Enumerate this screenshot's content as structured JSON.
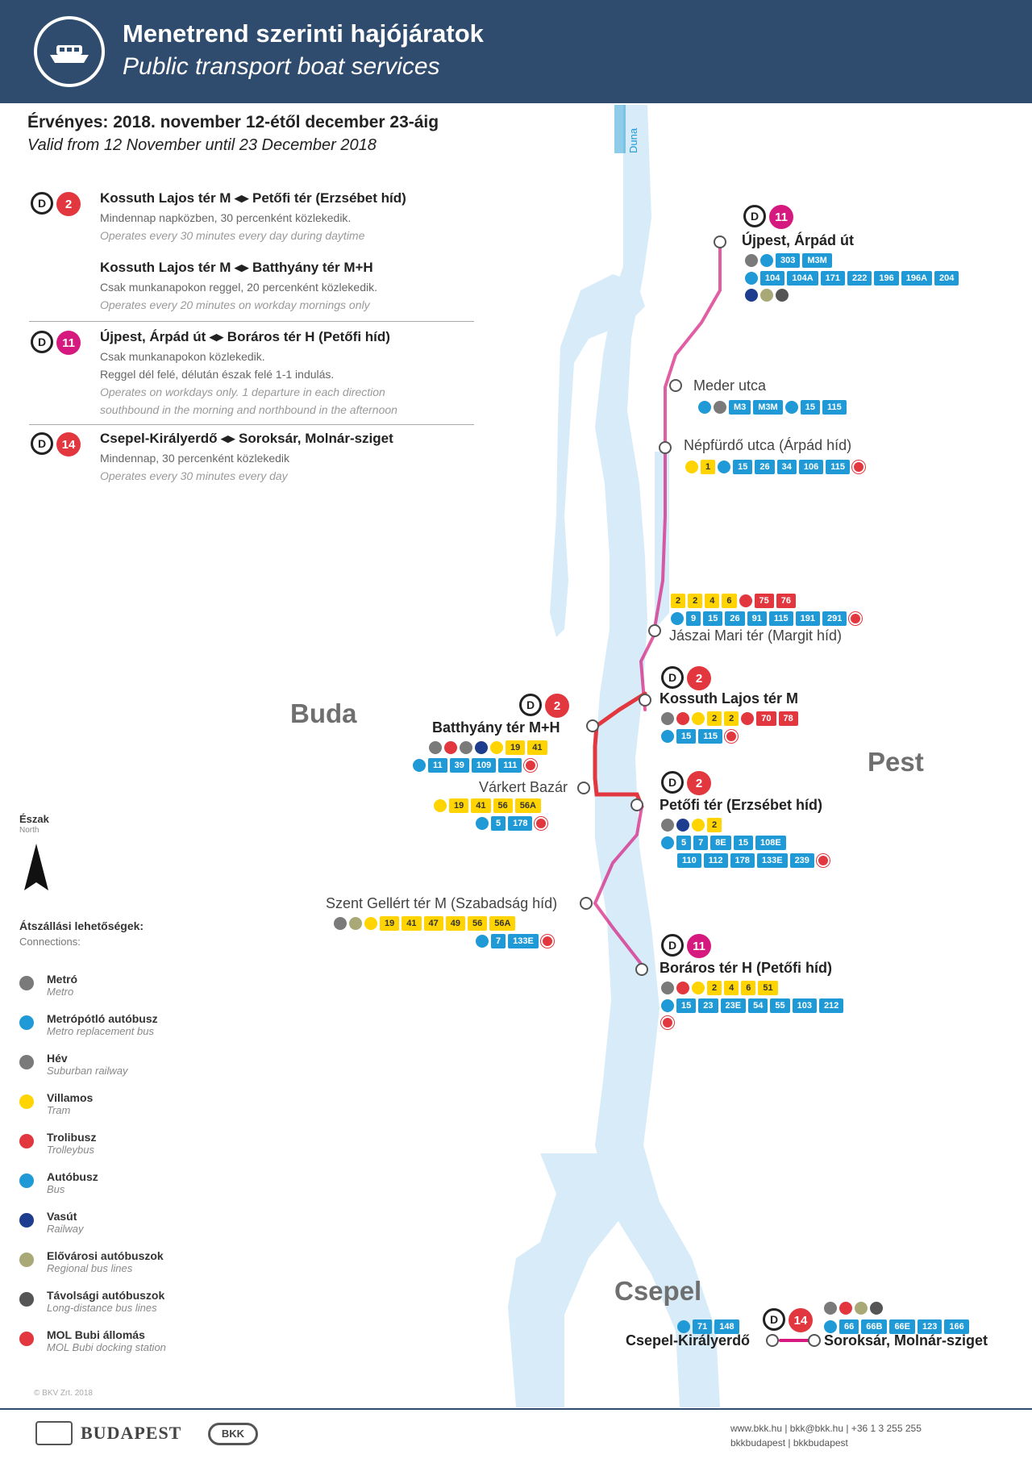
{
  "header": {
    "title_hu": "Menetrend szerinti hajójáratok",
    "title_en": "Public transport boat services"
  },
  "validity": {
    "hu": "Érvényes: 2018. november 12-étől december 23-áig",
    "en": "Valid from 12 November until 23 December 2018"
  },
  "routes": [
    {
      "d": "D",
      "line": "2",
      "color": "#e2373f",
      "title": "Kossuth Lajos tér M ◂▸ Petőfi tér (Erzsébet híd)",
      "sub_hu": "Mindennap napközben, 30 percenként közlekedik.",
      "sub_en": "Operates every 30 minutes every day during daytime"
    },
    {
      "title": "Kossuth Lajos tér M ◂▸ Batthyány tér M+H",
      "sub_hu": "Csak munkanapokon reggel, 20 percenként közlekedik.",
      "sub_en": "Operates every 20 minutes on workday mornings only"
    },
    {
      "d": "D",
      "line": "11",
      "color": "#d6197e",
      "title": "Újpest, Árpád út ◂▸ Boráros tér H (Petőfi híd)",
      "sub_hu": "Csak munkanapokon közlekedik.",
      "sub_hu2": "Reggel dél felé, délután észak felé 1-1 indulás.",
      "sub_en": "Operates on workdays only. 1 departure in each direction",
      "sub_en2": "southbound in the morning and northbound in the afternoon"
    },
    {
      "d": "D",
      "line": "14",
      "color": "#e2373f",
      "title": "Csepel-Királyerdő ◂▸ Soroksár, Molnár-sziget",
      "sub_hu": "Mindennap, 30 percenként közlekedik",
      "sub_en": "Operates every 30 minutes every day"
    }
  ],
  "districts": {
    "buda": "Buda",
    "pest": "Pest",
    "csepel": "Csepel",
    "river": "Duna"
  },
  "stops": {
    "ujpest": {
      "name": "Újpest, Árpád út",
      "bus1": [
        "303",
        "M3M"
      ],
      "bus2": [
        "104",
        "104A",
        "171",
        "222",
        "196",
        "196A",
        "204"
      ]
    },
    "meder": {
      "name": "Meder utca",
      "bus1": [
        "M3",
        "M3M"
      ],
      "bus2": [
        "15",
        "115"
      ]
    },
    "nepfurdo": {
      "name": "Népfürdő utca (Árpád híd)",
      "tram": [
        "1"
      ],
      "bus": [
        "15",
        "26",
        "34",
        "106",
        "115"
      ]
    },
    "jaszai": {
      "name": "Jászai Mari tér (Margit híd)",
      "tram": [
        "2",
        "2",
        "4",
        "6"
      ],
      "trolley": [
        "75",
        "76"
      ],
      "bus": [
        "9",
        "15",
        "26",
        "91",
        "115",
        "191",
        "291"
      ]
    },
    "kossuth": {
      "name": "Kossuth Lajos tér M",
      "tram": [
        "2",
        "2"
      ],
      "trolley": [
        "70",
        "78"
      ],
      "bus": [
        "15",
        "115"
      ]
    },
    "batthyany": {
      "name": "Batthyány tér M+H",
      "tram": [
        "19",
        "41"
      ],
      "bus": [
        "11",
        "39",
        "109",
        "111"
      ]
    },
    "varkert": {
      "name": "Várkert Bazár",
      "tram": [
        "19",
        "41",
        "56",
        "56A"
      ],
      "bus": [
        "5",
        "178"
      ]
    },
    "petofi": {
      "name": "Petőfi tér (Erzsébet híd)",
      "tram": [
        "2"
      ],
      "bus1": [
        "5",
        "7",
        "8E",
        "15",
        "108E"
      ],
      "bus2": [
        "110",
        "112",
        "178",
        "133E",
        "239"
      ]
    },
    "gellert": {
      "name": "Szent Gellért tér M (Szabadság híd)",
      "tram": [
        "19",
        "41",
        "47",
        "49",
        "56",
        "56A"
      ],
      "bus": [
        "7",
        "133E"
      ]
    },
    "boraros": {
      "name": "Boráros tér H (Petőfi híd)",
      "tram": [
        "2",
        "4",
        "6",
        "51"
      ],
      "bus": [
        "15",
        "23",
        "23E",
        "54",
        "55",
        "103",
        "212"
      ]
    },
    "csepel": {
      "name": "Csepel-Királyerdő",
      "bus": [
        "71",
        "148"
      ]
    },
    "soroksar": {
      "name": "Soroksár, Molnár-sziget",
      "bus": [
        "66",
        "66B",
        "66E",
        "123",
        "166"
      ]
    }
  },
  "route_badges": {
    "ujpest": {
      "d": "D",
      "line": "11"
    },
    "kossuth": {
      "d": "D",
      "line": "2"
    },
    "batthyany": {
      "d": "D",
      "line": "2"
    },
    "petofi": {
      "d": "D",
      "line": "2"
    },
    "boraros": {
      "d": "D",
      "line": "11"
    },
    "csepel": {
      "d": "D",
      "line": "14"
    }
  },
  "north": {
    "hu": "Észak",
    "en": "North"
  },
  "legend": {
    "title_hu": "Átszállási lehetőségek:",
    "title_en": "Connections:",
    "items": [
      {
        "hu": "Metró",
        "en": "Metro",
        "icon": "metro"
      },
      {
        "hu": "Metrópótló autóbusz",
        "en": "Metro replacement bus",
        "icon": "bus"
      },
      {
        "hu": "Hév",
        "en": "Suburban railway",
        "icon": "metro"
      },
      {
        "hu": "Villamos",
        "en": "Tram",
        "icon": "tram"
      },
      {
        "hu": "Trolibusz",
        "en": "Trolleybus",
        "icon": "trolley"
      },
      {
        "hu": "Autóbusz",
        "en": "Bus",
        "icon": "bus"
      },
      {
        "hu": "Vasút",
        "en": "Railway",
        "icon": "rail"
      },
      {
        "hu": "Elővárosi autóbuszok",
        "en": "Regional bus lines",
        "icon": "reg"
      },
      {
        "hu": "Távolsági autóbuszok",
        "en": "Long-distance bus lines",
        "icon": "long"
      },
      {
        "hu": "MOL Bubi állomás",
        "en": "MOL Bubi docking station",
        "icon": "bubi"
      }
    ]
  },
  "footer": {
    "copyright": "© BKV Zrt. 2018",
    "budapest": "BUDAPEST",
    "bkk": "BKK",
    "contact1": "www.bkk.hu | bkk@bkk.hu | +36 1 3 255 255",
    "contact2": "bkkbudapest | bkkbudapest"
  },
  "colors": {
    "header": "#2f4c6e",
    "river": "#d7ebf8",
    "route": "#d6197e",
    "route2": "#e2373f",
    "bus": "#1f9ad6",
    "tram": "#ffd400"
  }
}
